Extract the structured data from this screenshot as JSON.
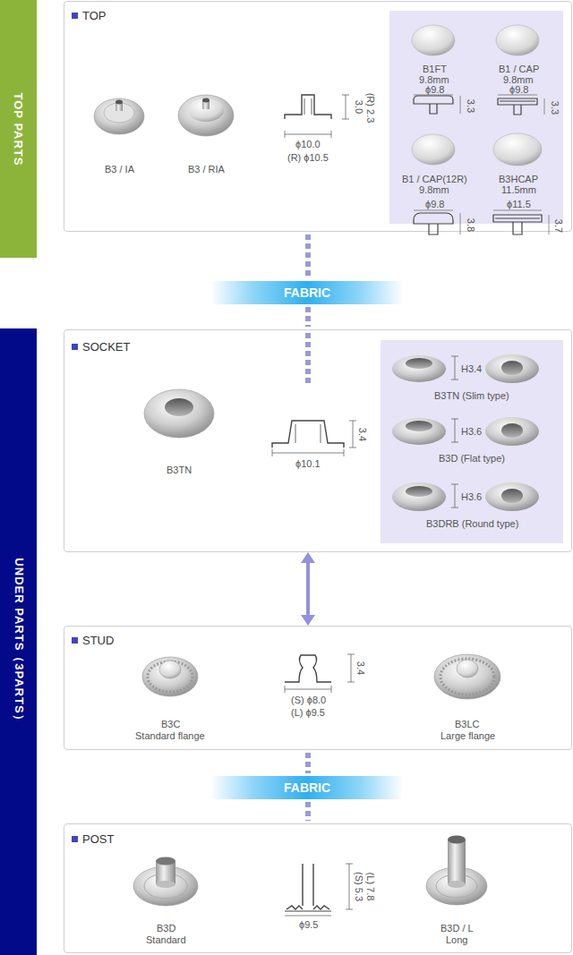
{
  "diagram": {
    "nodes": [
      {
        "text": [
          "TOP PARTS"
        ]
      },
      {
        "text": [
          "TOP"
        ]
      },
      {
        "text": [
          "B1FT",
          "9.8mm",
          "ϕ9.8",
          "3.3",
          "B1 / CAP",
          "9.8mm",
          "ϕ9.8",
          "3.3",
          "B1 / CAP(12R)",
          "9.8mm",
          "ϕ9.8",
          "3.8",
          "B3HCAP",
          "11.5mm",
          "ϕ11.5",
          "3.7"
        ],
        "in": 1
      },
      {
        "text": [
          "FABRIC"
        ]
      },
      {
        "text": [
          "UNDER PARTS（3PARTS）"
        ]
      },
      {
        "text": [
          "SOCKET"
        ]
      },
      {
        "text": [
          "H3.4",
          "B3TN (Slim type)",
          "H3.6",
          "B3D (Flat type)",
          "H3.6",
          "B3DRB (Round type)"
        ],
        "in": 5
      },
      {
        "text": [
          "STUD"
        ]
      },
      {
        "text": [
          "FABRIC"
        ]
      },
      {
        "text": [
          "POST"
        ]
      }
    ],
    "edges": [
      {
        "from": 1,
        "to": 3,
        "arrow": "none"
      },
      {
        "from": 3,
        "to": 5,
        "arrow": "none"
      },
      {
        "from": 5,
        "to": 7,
        "arrow": "both"
      },
      {
        "from": 7,
        "to": 8,
        "arrow": "none"
      },
      {
        "from": 8,
        "to": 9,
        "arrow": "none"
      }
    ],
    "labels": [
      "B3 / IA",
      "B3 / RIA",
      "3.0",
      "(R) 2.3",
      "ϕ10.0",
      "(R) ϕ10.5",
      "B3TN",
      "3.4",
      "ϕ10.1",
      "B3C",
      "Standard flange",
      "3.4",
      "(S) ϕ8.0",
      "(L) ϕ9.5",
      "B3LC",
      "Large flange",
      "(S) 5.3",
      "(L) 7.8",
      "ϕ9.5",
      "B3D",
      "Standard",
      "B3D / L",
      "Long"
    ]
  }
}
